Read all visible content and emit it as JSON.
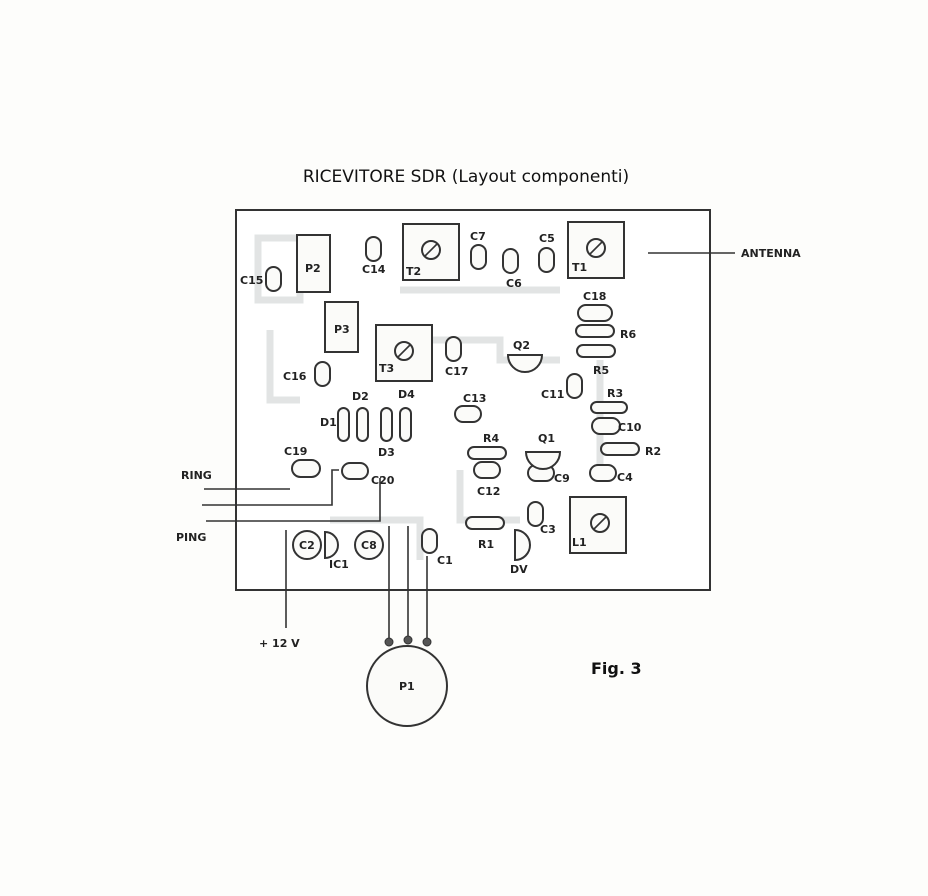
{
  "title": "RICEVITORE SDR (Layout componenti)",
  "figure_label": "Fig. 3",
  "external_labels": {
    "antenna": "ANTENNA",
    "ring": "RING",
    "ping": "PING",
    "supply": "+ 12 V"
  },
  "components": {
    "P1": "P1",
    "P2": "P2",
    "P3": "P3",
    "T1": "T1",
    "T2": "T2",
    "T3": "T3",
    "L1": "L1",
    "Q1": "Q1",
    "Q2": "Q2",
    "IC1": "IC1",
    "DV": "DV",
    "D1": "D1",
    "D2": "D2",
    "D3": "D3",
    "D4": "D4",
    "R1": "R1",
    "R2": "R2",
    "R3": "R3",
    "R4": "R4",
    "R5": "R5",
    "R6": "R6",
    "C1": "C1",
    "C2": "C2",
    "C3": "C3",
    "C4": "C4",
    "C5": "C5",
    "C6": "C6",
    "C7": "C7",
    "C8": "C8",
    "C9": "C9",
    "C10": "C10",
    "C11": "C11",
    "C12": "C12",
    "C13": "C13",
    "C14": "C14",
    "C15": "C15",
    "C16": "C16",
    "C17": "C17",
    "C18": "C18",
    "C19": "C19",
    "C20": "C20"
  },
  "colors": {
    "ink": "#333333",
    "paper": "#fdfdfb",
    "faint_trace": "#e2e4e4"
  }
}
